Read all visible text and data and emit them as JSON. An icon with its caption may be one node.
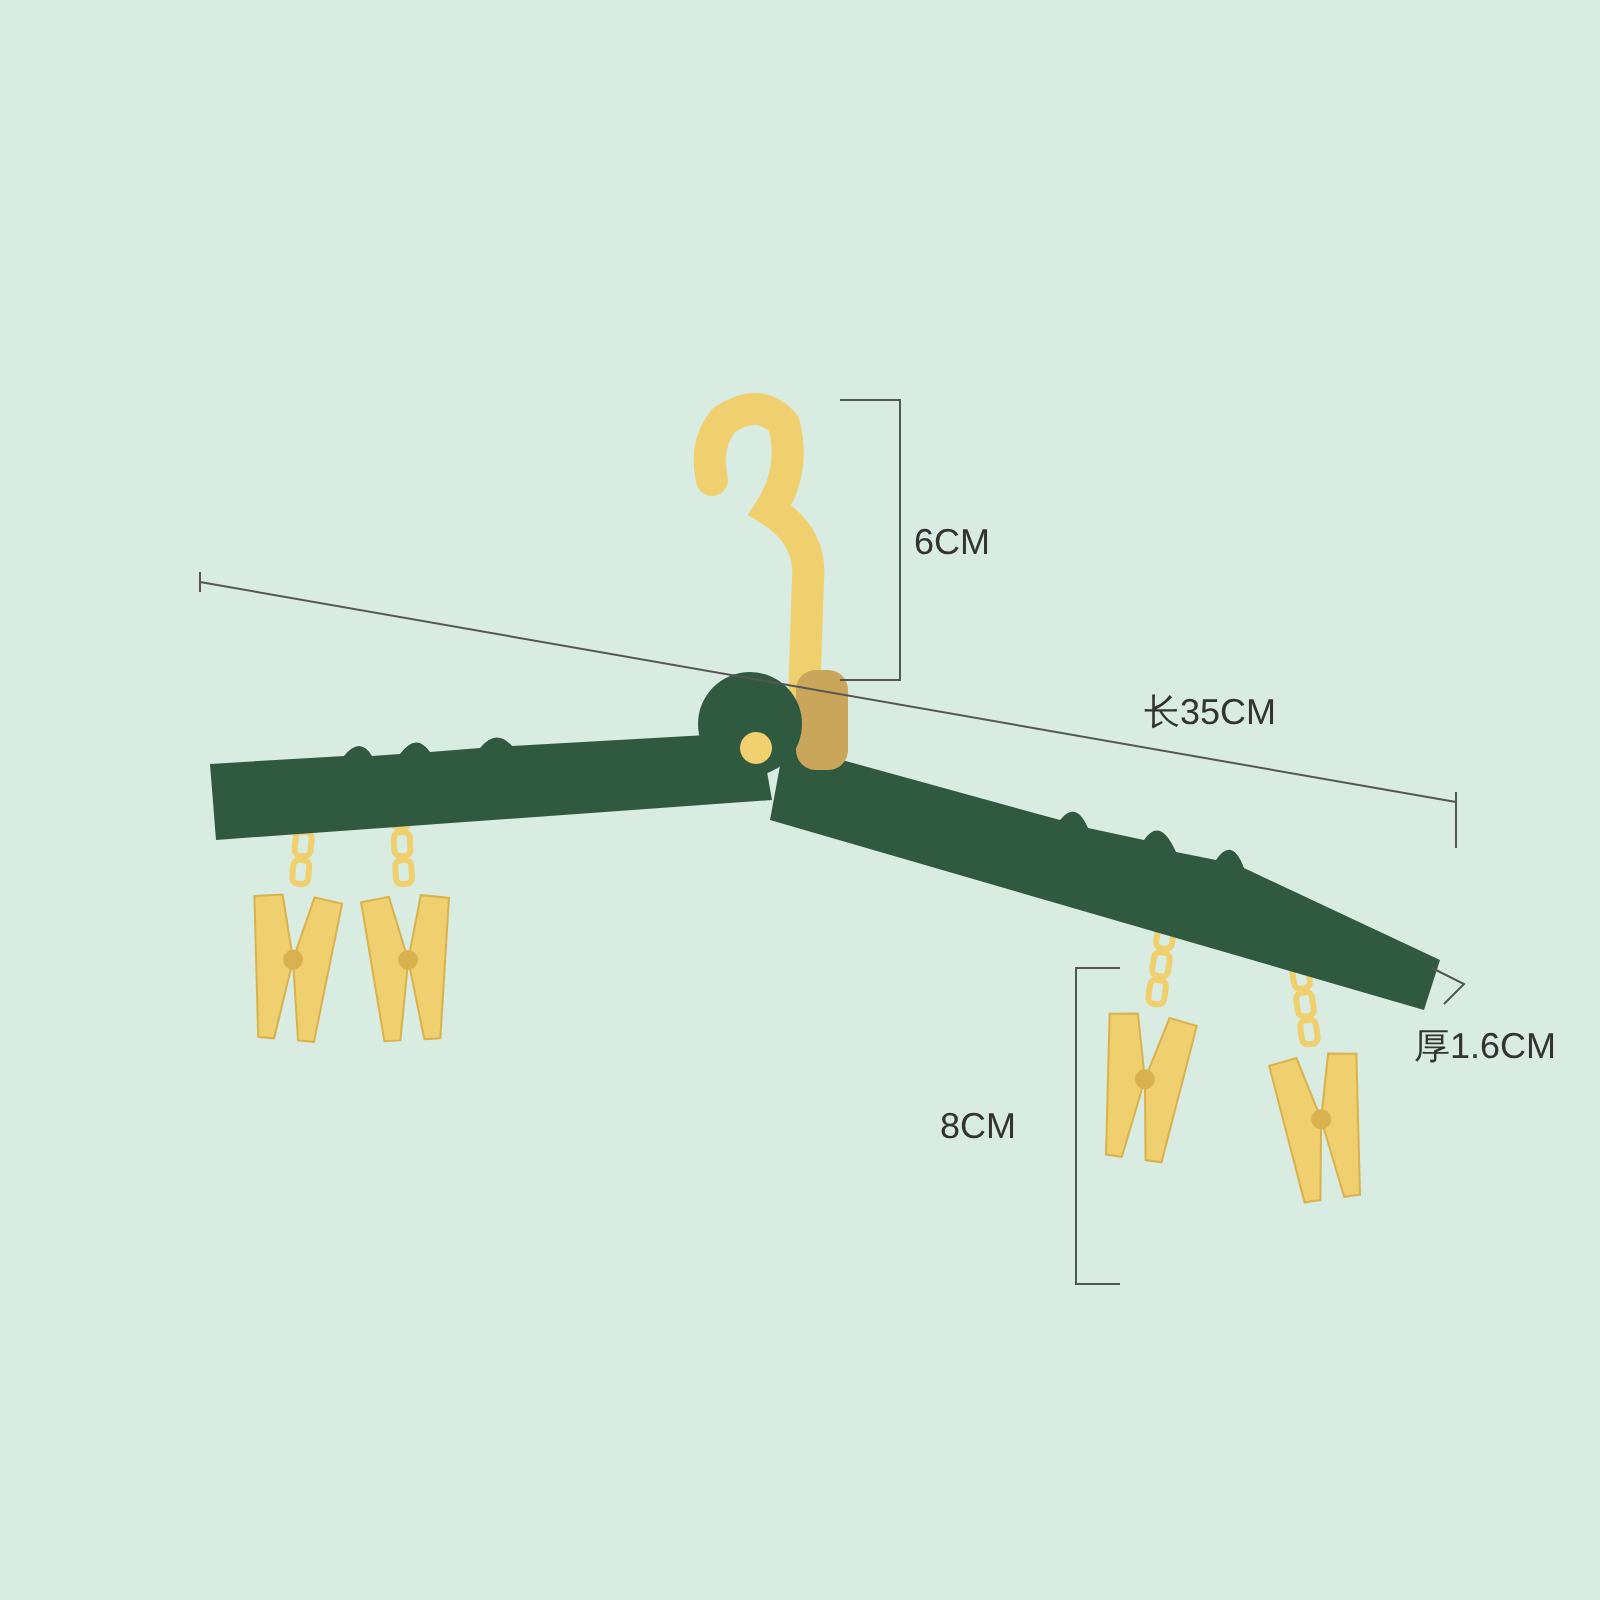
{
  "diagram": {
    "labels": [
      "6CM",
      "长35CM",
      "厚1.6CM",
      "8CM"
    ]
  }
}
